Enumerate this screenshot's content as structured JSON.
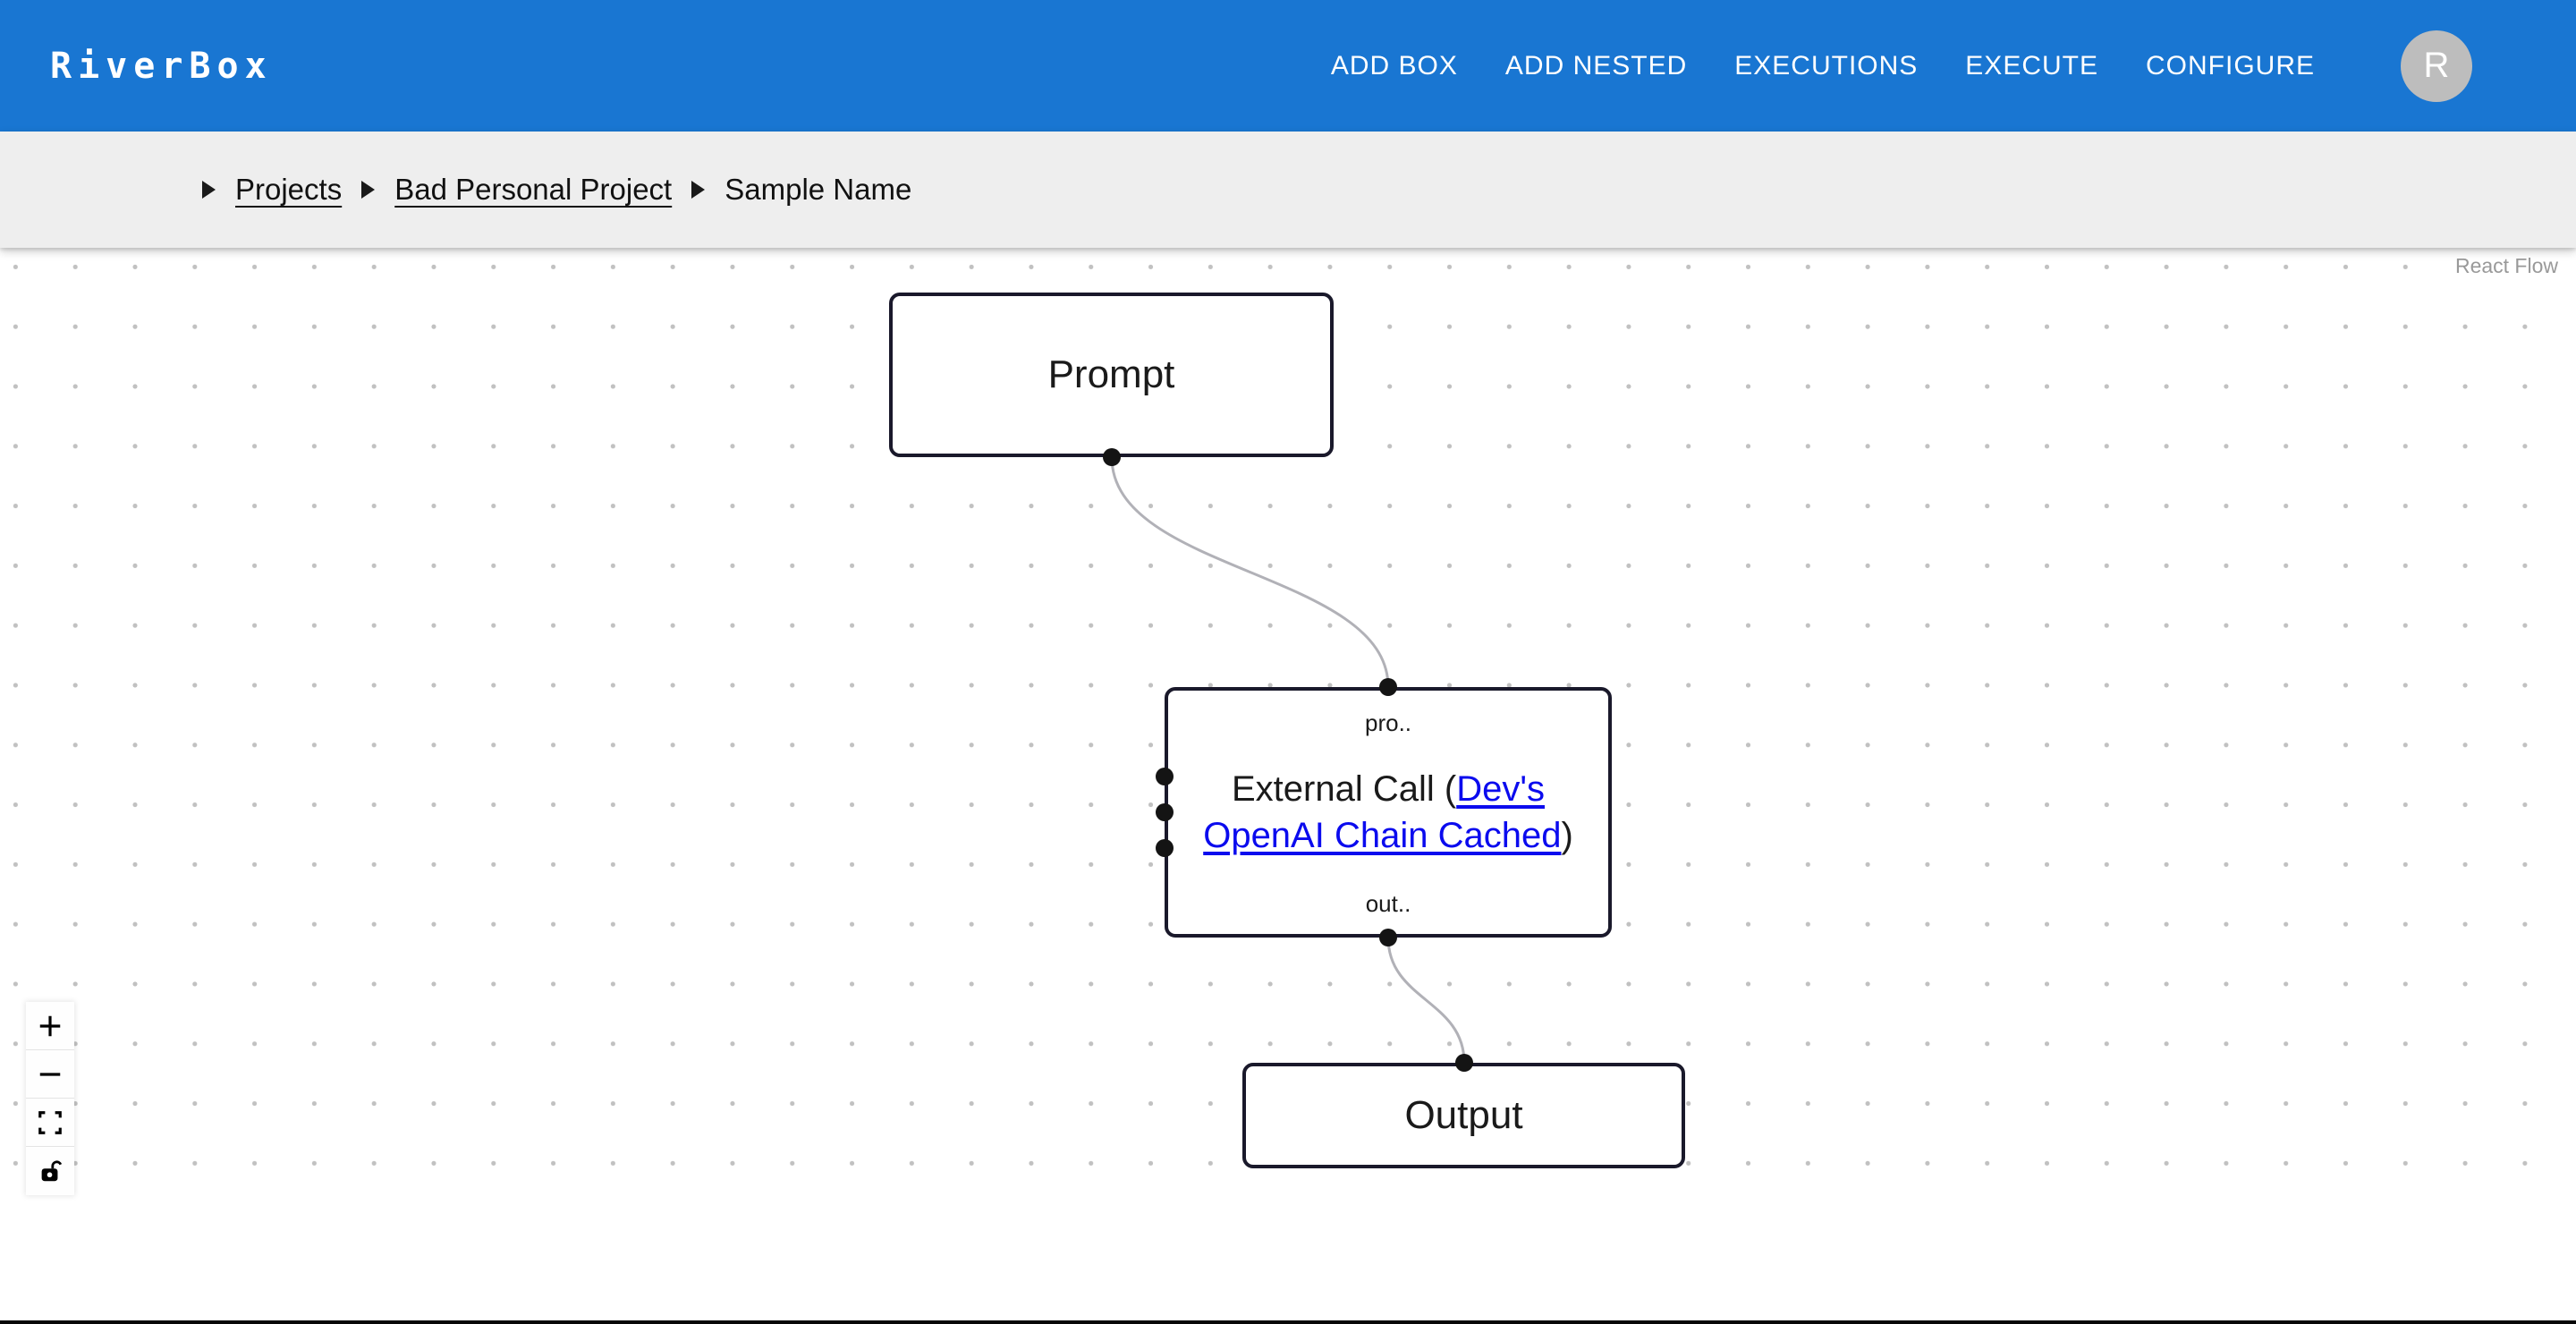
{
  "colors": {
    "header_bg": "#1976d2",
    "avatar_bg": "#bdbdbd",
    "breadcrumb_bg": "#eeeeee",
    "node_border": "#1a192b",
    "edge": "#b1b1b7",
    "link_blue": "#0b0bee",
    "dot_grid": "#c1c1c1",
    "attribution_text": "#999999"
  },
  "header": {
    "brand": "RiverBox",
    "nav": [
      {
        "label": "ADD BOX"
      },
      {
        "label": "ADD NESTED"
      },
      {
        "label": "EXECUTIONS"
      },
      {
        "label": "EXECUTE"
      },
      {
        "label": "CONFIGURE"
      }
    ],
    "avatar_initial": "R"
  },
  "breadcrumb": {
    "items": [
      {
        "label": "Projects",
        "is_link": true
      },
      {
        "label": "Bad Personal Project",
        "is_link": true
      },
      {
        "label": "Sample Name",
        "is_link": false
      }
    ]
  },
  "canvas": {
    "attribution": "React Flow",
    "nodes": {
      "prompt": {
        "label": "Prompt"
      },
      "external_call": {
        "label_prefix": "External Call (",
        "link_text": "Dev's OpenAI Chain Cached",
        "label_suffix": ")",
        "input_handle_label": "pro..",
        "output_handle_label": "out.."
      },
      "output": {
        "label": "Output"
      }
    },
    "controls": [
      {
        "icon": "plus-icon",
        "action": "zoom-in"
      },
      {
        "icon": "minus-icon",
        "action": "zoom-out"
      },
      {
        "icon": "fit-view-icon",
        "action": "fit-view"
      },
      {
        "icon": "lock-open-icon",
        "action": "toggle-interactivity"
      }
    ]
  }
}
